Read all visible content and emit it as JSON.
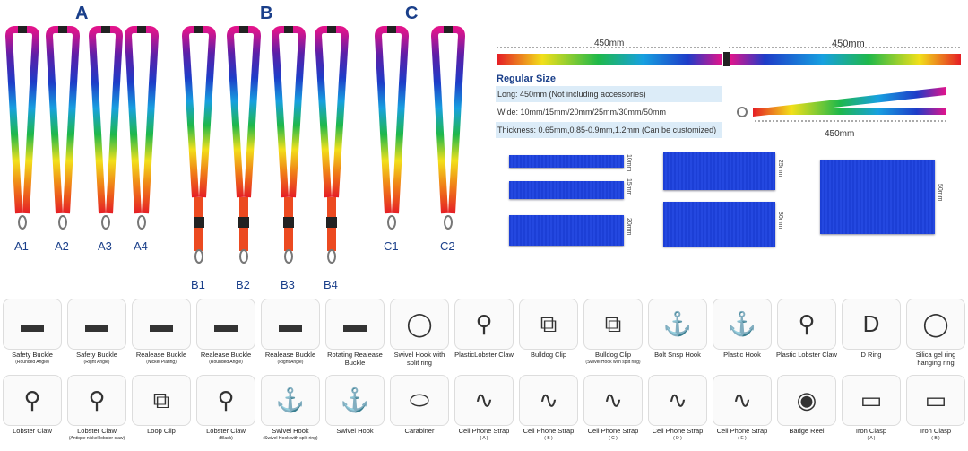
{
  "groups": {
    "a": "A",
    "b": "B",
    "c": "C"
  },
  "lanyards": [
    {
      "label": "A1",
      "group": "A"
    },
    {
      "label": "A2",
      "group": "A"
    },
    {
      "label": "A3",
      "group": "A"
    },
    {
      "label": "A4",
      "group": "A"
    },
    {
      "label": "B1",
      "group": "B"
    },
    {
      "label": "B2",
      "group": "B"
    },
    {
      "label": "B3",
      "group": "B"
    },
    {
      "label": "B4",
      "group": "B"
    },
    {
      "label": "C1",
      "group": "C"
    },
    {
      "label": "C2",
      "group": "C"
    }
  ],
  "gradient_colors": [
    "#e0148c",
    "#5a1fa8",
    "#1e3cc8",
    "#17a0e0",
    "#1fb84a",
    "#f2e01a",
    "#f07a18",
    "#e51e25"
  ],
  "spec": {
    "dim_left": "450mm",
    "dim_right": "450mm",
    "dim_bottom": "450mm",
    "title": "Regular Size",
    "long": "Long: 450mm (Not including accessories)",
    "wide": "Wide: 10mm/15mm/20mm/25mm/30mm/50mm",
    "thickness": "Thickness: 0.65mm,0.85-0.9mm,1.2mm (Can be customized)"
  },
  "widths": {
    "w10": "10mm",
    "w15": "15mm",
    "w20": "20mm",
    "w25": "25mm",
    "w30": "30mm",
    "w50": "50mm"
  },
  "strap_color": "#1f44dc",
  "accessories": [
    {
      "label": "Safety Buckle",
      "note": "(Rounded Angle)",
      "icon": "buckle-icon"
    },
    {
      "label": "Safety Buckle",
      "note": "(Right Angle)",
      "icon": "buckle-icon"
    },
    {
      "label": "Realease Buckle",
      "note": "(Nickel Plating)",
      "icon": "buckle-icon"
    },
    {
      "label": "Realease Buckle",
      "note": "(Rounded Angle)",
      "icon": "buckle-icon"
    },
    {
      "label": "Realease Buckle",
      "note": "(Right Angle)",
      "icon": "buckle-icon"
    },
    {
      "label": "Rotating Realease Buckle",
      "note": "",
      "icon": "buckle-icon"
    },
    {
      "label": "Swivel Hook with split ring",
      "note": "",
      "icon": "ring-icon"
    },
    {
      "label": "PlasticLobster Claw",
      "note": "",
      "icon": "claw-icon"
    },
    {
      "label": "Bulldog Clip",
      "note": "",
      "icon": "clip-icon"
    },
    {
      "label": "Bulldog Clip",
      "note": "(Swivel Hook with split ring)",
      "icon": "clip-icon"
    },
    {
      "label": "Bolt Snsp Hook",
      "note": "",
      "icon": "hook-icon"
    },
    {
      "label": "Plastic Hook",
      "note": "",
      "icon": "hook-icon"
    },
    {
      "label": "Plastic Lobster Claw",
      "note": "",
      "icon": "claw-icon"
    },
    {
      "label": "D Ring",
      "note": "",
      "icon": "d-ring-icon"
    },
    {
      "label": "Silica gel ring hanging ring",
      "note": "",
      "icon": "ring-icon"
    },
    {
      "label": "Lobster Claw",
      "note": "",
      "icon": "claw-icon"
    },
    {
      "label": "Lobster Claw",
      "note": "(Antique nickel lobster claw)",
      "icon": "claw-icon"
    },
    {
      "label": "Loop Clip",
      "note": "",
      "icon": "clip-icon"
    },
    {
      "label": "Lobster Claw",
      "note": "(Black)",
      "icon": "claw-icon"
    },
    {
      "label": "Swivel  Hook",
      "note": "(Swivel Hook with split ring)",
      "icon": "hook-icon"
    },
    {
      "label": "Swivel  Hook",
      "note": "",
      "icon": "hook-icon"
    },
    {
      "label": "Carabiner",
      "note": "",
      "icon": "carabiner-icon"
    },
    {
      "label": "Cell Phone Strap",
      "note": "( A )",
      "icon": "strap-icon"
    },
    {
      "label": "Cell Phone Strap",
      "note": "( B )",
      "icon": "strap-icon"
    },
    {
      "label": "Cell Phone Strap",
      "note": "( C )",
      "icon": "strap-icon"
    },
    {
      "label": "Cell Phone Strap",
      "note": "( D )",
      "icon": "strap-icon"
    },
    {
      "label": "Cell Phone Strap",
      "note": "( E )",
      "icon": "strap-icon"
    },
    {
      "label": "Badge Reel",
      "note": "",
      "icon": "badge-reel-icon"
    },
    {
      "label": "Iron Clasp",
      "note": "( A )",
      "icon": "clasp-icon"
    },
    {
      "label": "Iron Clasp",
      "note": "( B )",
      "icon": "clasp-icon"
    }
  ]
}
